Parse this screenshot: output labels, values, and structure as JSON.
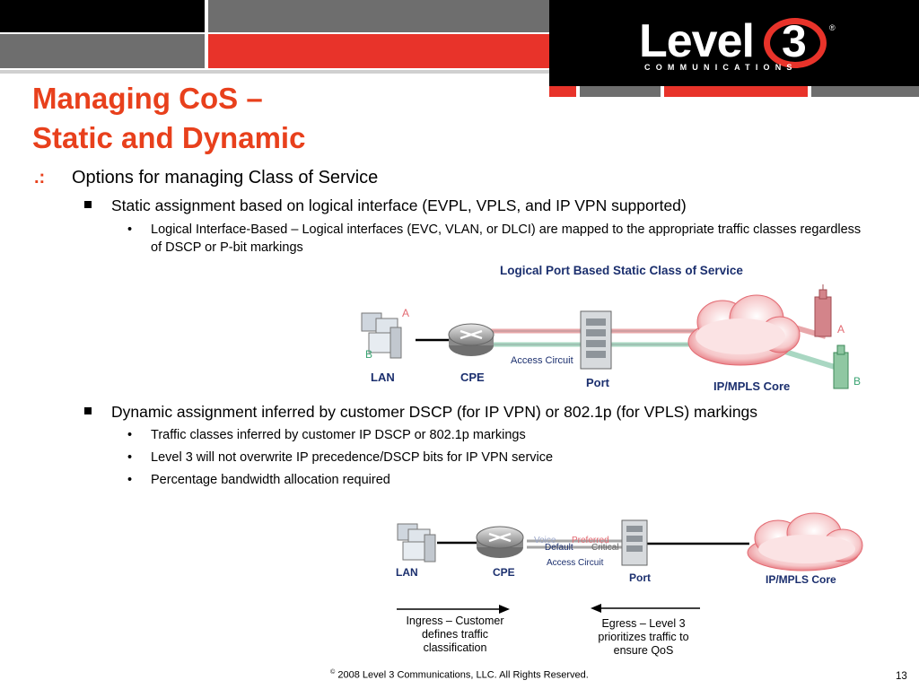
{
  "header": {
    "logo_main": "Level",
    "logo_number": "3",
    "logo_registered": "®",
    "logo_sub": "COMMUNICATIONS"
  },
  "title": {
    "line1": "Managing CoS –",
    "line2": "Static and Dynamic"
  },
  "bullets": {
    "main_marker": ".:",
    "main": "Options for managing Class of Service",
    "static": "Static assignment based on logical interface (EVPL, VPLS, and IP VPN supported)",
    "static_detail": "Logical Interface-Based – Logical interfaces (EVC, VLAN, or DLCI) are mapped to the appropriate traffic classes regardless of DSCP or P-bit markings",
    "dynamic": "Dynamic assignment inferred by customer DSCP (for IP VPN) or 802.1p (for VPLS) markings",
    "dynamic_details": [
      "Traffic classes inferred by customer IP DSCP or 802.1p markings",
      "Level 3 will not overwrite IP precedence/DSCP bits for IP VPN service",
      "Percentage bandwidth allocation required"
    ]
  },
  "diagram1": {
    "title": "Logical Port Based Static Class of Service",
    "lan": "LAN",
    "cpe": "CPE",
    "port": "Port",
    "core": "IP/MPLS Core",
    "access_circuit": "Access Circuit",
    "site_a": "A",
    "site_b": "B"
  },
  "diagram2": {
    "lan": "LAN",
    "cpe": "CPE",
    "port": "Port",
    "core": "IP/MPLS Core",
    "access_circuit": "Access Circuit",
    "voice": "Voice",
    "preferred": "Preferred",
    "default": "Default",
    "critical": "Critical",
    "ingress": "Ingress – Customer defines traffic classification",
    "egress": "Egress – Level 3 prioritizes traffic to ensure QoS"
  },
  "footer": {
    "copyright_mark": "©",
    "copyright": " 2008 Level 3 Communications, LLC. All Rights Reserved.",
    "page": "13"
  },
  "colors": {
    "accent_red": "#e8401c",
    "header_black": "#000000",
    "header_grey": "#6d6d6d",
    "label_navy": "#1b2f6e"
  }
}
